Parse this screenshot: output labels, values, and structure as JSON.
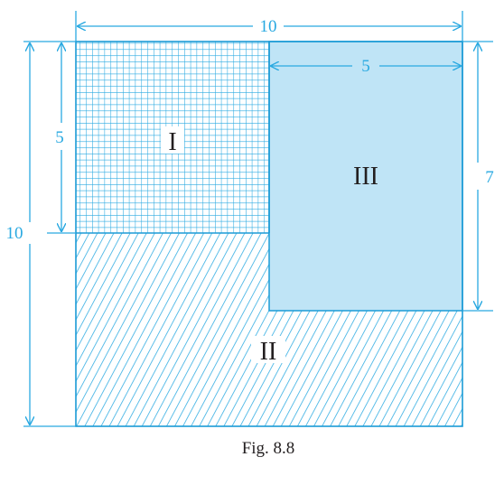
{
  "figure": {
    "caption": "Fig. 8.8",
    "regions": [
      {
        "label": "I",
        "pattern": "grid"
      },
      {
        "label": "II",
        "pattern": "hatch"
      },
      {
        "label": "III",
        "fill": "#bfe4f6"
      }
    ],
    "dimensions": {
      "top_total": "10",
      "inner_top": "5",
      "left_outer": "10",
      "left_inner": "5",
      "right": "7"
    },
    "colors": {
      "line": "#29a9e1",
      "fill_light": "#bfe4f6",
      "outline": "#1b9bd6",
      "text": "#231f20"
    }
  }
}
